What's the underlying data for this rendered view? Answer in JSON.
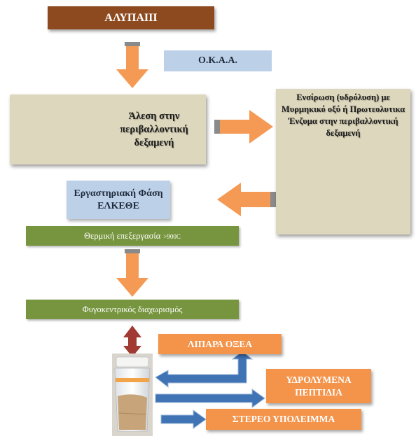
{
  "start": "ΑΛΥΠΑΙΙΙ",
  "okaa": "Ο.Κ.Α.Α.",
  "grinding": "Άλεση στην περιβαλλοντική δεξαμενή",
  "hydrolysis": "Ενσίρωση (υδρόλυση) με Μυρμηκικό οξύ ή Πρωτεολυτικα Ένζυμα στην περιβαλλοντική δεξαμενή",
  "lab": {
    "line1": "Εργαστηριακή Φάση",
    "line2": "ΕΛΚΕΘΕ"
  },
  "thermal": "Θερμική επεξεργασία",
  "thermal_temp": ">90",
  "thermal_unit": "0C",
  "centrifuge": "Φυγοκεντρικός διαχωρισμός",
  "outputs": {
    "lipid": "ΛΙΠΑΡΑ ΟΞΕΑ",
    "peptides_1": "ΥΔΡΟΛΥΜΕΝΑ",
    "peptides_2": "ΠΕΠΤΙΔΙΑ",
    "solid": "ΣΤΕΡΕΟ ΥΠΟΛΕΙΜΜΑ"
  },
  "colors": {
    "brown": "#8e4a1f",
    "blue_box": "#bcd0e8",
    "tan_box": "#ddd7bd",
    "green_bar": "#77953f",
    "orange": "#f4934a",
    "arrow_orange": "#f59a55",
    "arrow_blue": "#3f73b4",
    "arrow_red": "#a03a33"
  },
  "icons": [
    "grinder-tank-photo",
    "hydrolysis-tank-photo",
    "sample-jar-photo"
  ]
}
